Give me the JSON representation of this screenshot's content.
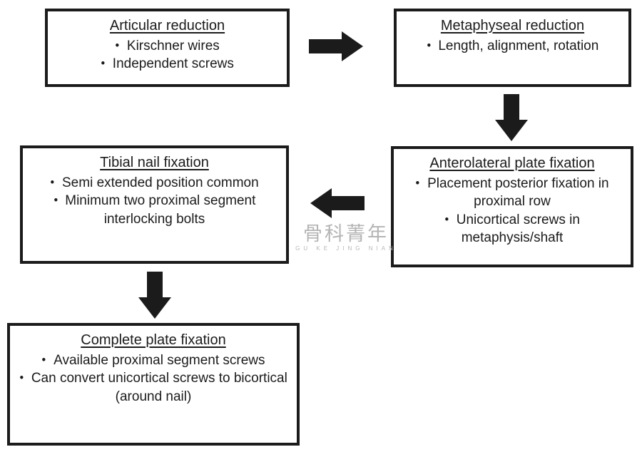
{
  "bullet_char": "•",
  "boxes": [
    {
      "title": "Articular reduction",
      "bullets": [
        "Kirschner wires",
        "Independent screws"
      ]
    },
    {
      "title": "Metaphyseal reduction",
      "bullets": [
        "Length, alignment, rotation"
      ]
    },
    {
      "title": "Anterolateral plate fixation",
      "bullets": [
        "Placement posterior fixation in proximal row",
        "Unicortical screws in metaphysis/shaft"
      ]
    },
    {
      "title": "Tibial nail fixation",
      "bullets": [
        "Semi extended position common",
        "Minimum two proximal segment interlocking bolts"
      ]
    },
    {
      "title": "Complete plate fixation",
      "bullets": [
        "Available proximal segment screws",
        "Can convert unicortical screws to bicortical (around nail)"
      ]
    }
  ],
  "watermark": {
    "text": "骨科菁年",
    "subtext": "GU KE JING NIAN"
  },
  "colors": {
    "ink": "#1b1b1b",
    "background": "#ffffff",
    "watermark": "#a2a2a2"
  }
}
